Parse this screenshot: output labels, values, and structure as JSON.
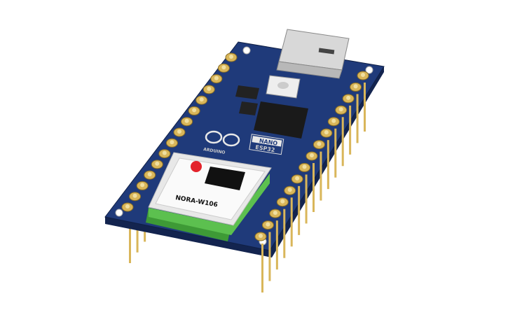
{
  "board": {
    "logo_text": "ARDUINO",
    "badge_line1": "NANO",
    "badge_line2": "ESP32",
    "module_text": "NORA-W106",
    "pins_per_side": 15
  },
  "colors": {
    "pcb": "#1f3a7a",
    "pcb_edge": "#13244f",
    "gold": "#d9b65a",
    "shield": "#e8e8e8",
    "module_base": "#5cc04f",
    "chip": "#1a1a1a",
    "red_dot": "#e3232b"
  }
}
